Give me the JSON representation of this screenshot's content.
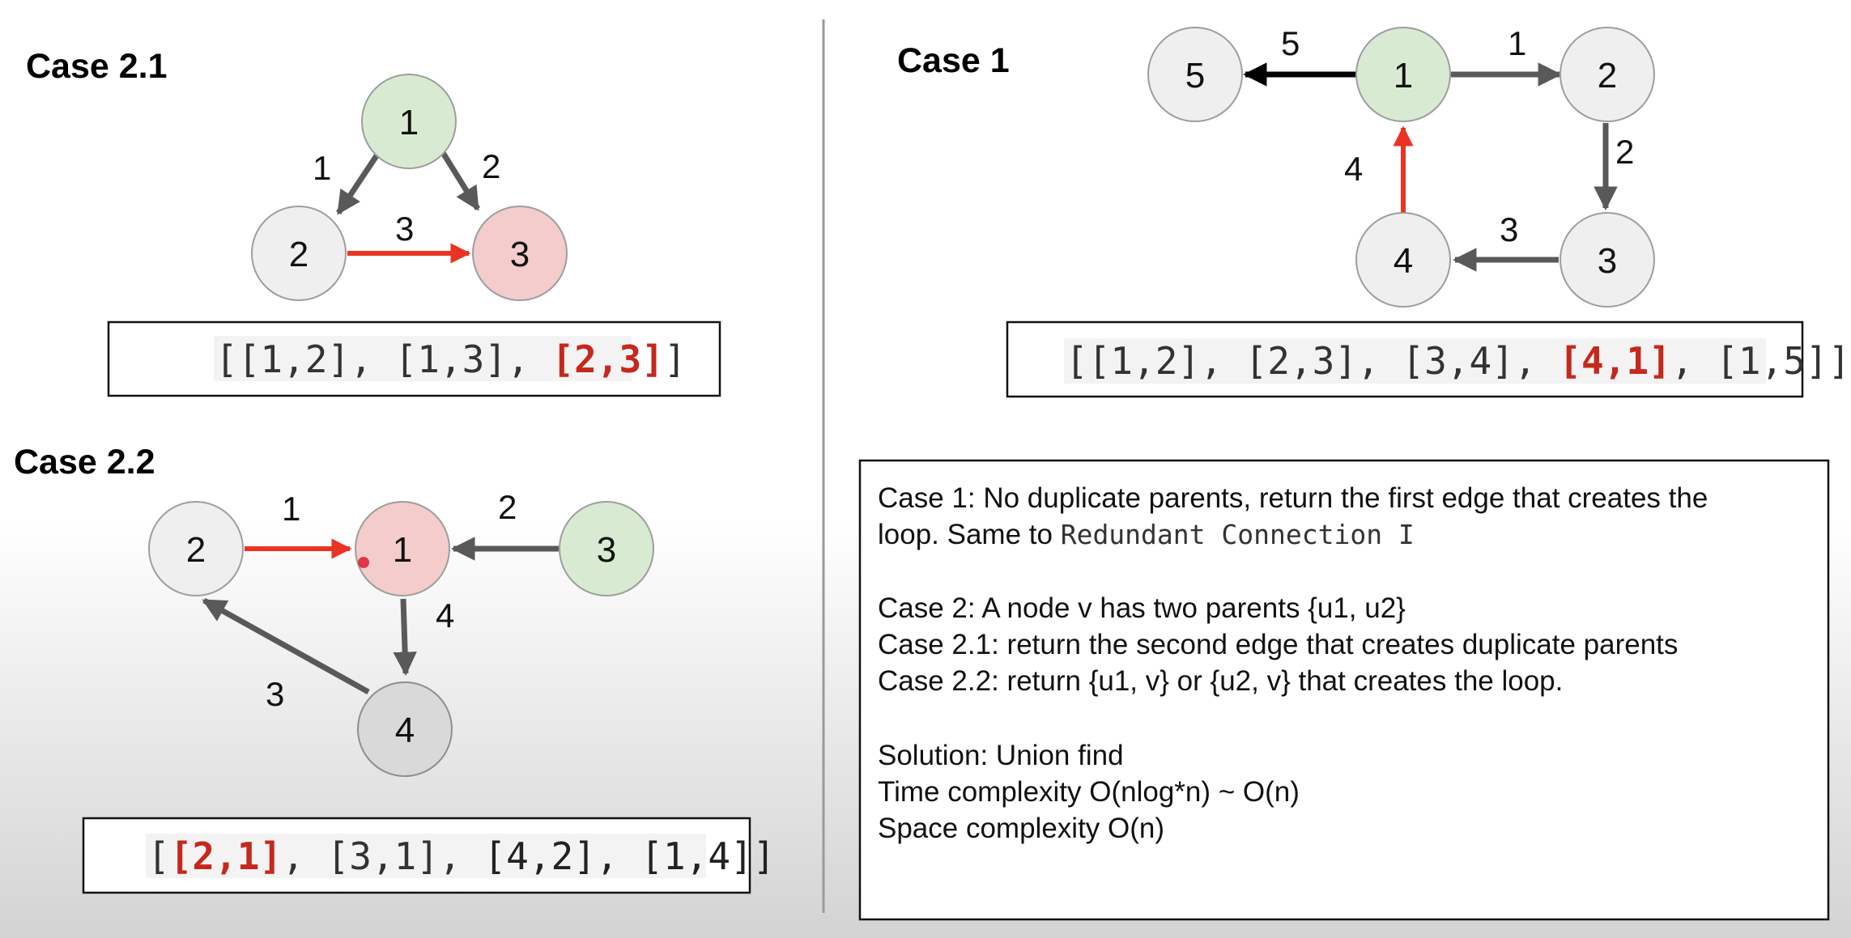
{
  "case21": {
    "title": "Case 2.1",
    "nodes": [
      {
        "id": "n1",
        "label": "1",
        "fill": "#d9ead3"
      },
      {
        "id": "n2",
        "label": "2",
        "fill": "#efefef"
      },
      {
        "id": "n3",
        "label": "3",
        "fill": "#f4cccc"
      }
    ],
    "edges": [
      {
        "from": "1",
        "to": "2",
        "label": "1",
        "color": "#595959"
      },
      {
        "from": "1",
        "to": "3",
        "label": "2",
        "color": "#595959"
      },
      {
        "from": "2",
        "to": "3",
        "label": "3",
        "color": "#ea3323"
      }
    ],
    "code": {
      "prefix": "[[1,2], [1,3], ",
      "highlight": "[2,3]",
      "suffix": "]"
    }
  },
  "case22": {
    "title": "Case 2.2",
    "nodes": [
      {
        "id": "n1",
        "label": "1",
        "fill": "#f4cccc"
      },
      {
        "id": "n2",
        "label": "2",
        "fill": "#efefef"
      },
      {
        "id": "n3",
        "label": "3",
        "fill": "#d9ead3"
      },
      {
        "id": "n4",
        "label": "4",
        "fill": "#d9d9d9"
      }
    ],
    "edges": [
      {
        "from": "2",
        "to": "1",
        "label": "1",
        "color": "#ea3323"
      },
      {
        "from": "3",
        "to": "1",
        "label": "2",
        "color": "#595959"
      },
      {
        "from": "4",
        "to": "2",
        "label": "3",
        "color": "#595959"
      },
      {
        "from": "1",
        "to": "4",
        "label": "4",
        "color": "#595959"
      }
    ],
    "code": {
      "prefix": "[",
      "highlight": "[2,1]",
      "middle": ", [3,1], ",
      "suffix": "[4,2], [1,4]]"
    }
  },
  "case1": {
    "title": "Case 1",
    "nodes": [
      {
        "id": "n1",
        "label": "1",
        "fill": "#d9ead3"
      },
      {
        "id": "n2",
        "label": "2",
        "fill": "#efefef"
      },
      {
        "id": "n3",
        "label": "3",
        "fill": "#efefef"
      },
      {
        "id": "n4",
        "label": "4",
        "fill": "#efefef"
      },
      {
        "id": "n5",
        "label": "5",
        "fill": "#efefef"
      }
    ],
    "edges": [
      {
        "from": "1",
        "to": "2",
        "label": "1",
        "color": "#595959"
      },
      {
        "from": "2",
        "to": "3",
        "label": "2",
        "color": "#595959"
      },
      {
        "from": "3",
        "to": "4",
        "label": "3",
        "color": "#595959"
      },
      {
        "from": "4",
        "to": "1",
        "label": "4",
        "color": "#ea3323"
      },
      {
        "from": "1",
        "to": "5",
        "label": "5",
        "color": "#000000"
      }
    ],
    "code": {
      "prefix": "[[1,2], [2,3], [3,4], ",
      "highlight": "[4,1]",
      "suffix": ", [1,5]]"
    }
  },
  "description": {
    "line1": "Case 1: No duplicate parents, return the first edge that creates the",
    "line2_text": "loop. Same to ",
    "line2_code": "Redundant Connection I",
    "line3": "Case 2: A node v has two parents {u1, u2}",
    "line4": "Case 2.1: return the second edge that creates duplicate parents",
    "line5": "Case 2.2: return {u1, v} or {u2, v} that creates the loop.",
    "line6": "Solution: Union find",
    "line7": "Time complexity O(nlog*n) ~ O(n)",
    "line8": "Space complexity O(n)"
  },
  "colors": {
    "highlight_red": "#c5281c",
    "edge_red": "#ea3323",
    "edge_gray": "#595959",
    "node_green": "#d9ead3",
    "node_pink": "#f4cccc",
    "node_gray": "#efefef"
  }
}
